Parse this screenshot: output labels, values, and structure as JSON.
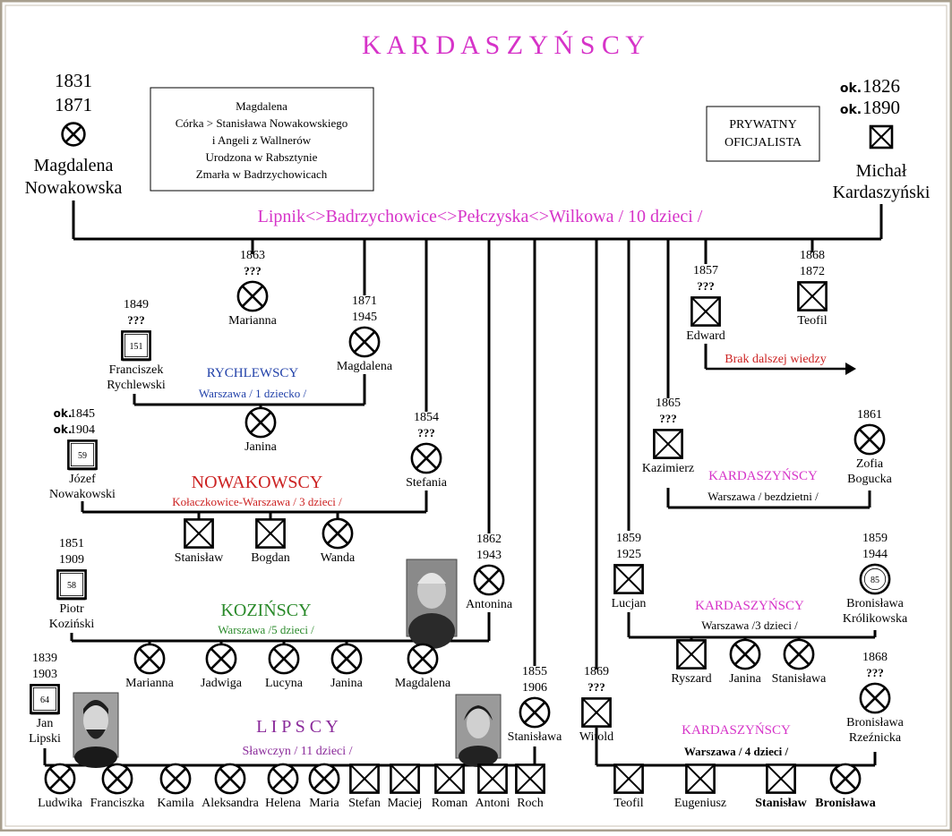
{
  "title": "K A R D A S Z Y Ń S C Y",
  "colors": {
    "title": "#d633c8",
    "magenta": "#d633c8",
    "blue": "#1f3fa8",
    "red": "#cc2222",
    "green": "#2a8a2a",
    "purple": "#8a2a9a",
    "line": "#000000",
    "frame": "#a89f8e"
  },
  "info_box": {
    "lines": [
      "Magdalena",
      "Córka > Stanisława Nowakowskiego",
      "i Angeli  z  Wallnerów",
      "Urodzona w Rabsztynie",
      "Zmarła w Badrzychowicach"
    ]
  },
  "occupation_box": {
    "lines": [
      "PRYWATNY",
      "OFICJALISTA"
    ]
  },
  "main_family": {
    "label": "Lipnik<>Badrzychowice<>Pełczyska<>Wilkowa / 10 dzieci /"
  },
  "note": "Brak dalszej wiedzy",
  "people": [
    {
      "id": "magdalena_nowakowska",
      "dates": [
        "1831",
        "1871"
      ],
      "name": [
        "Magdalena",
        "Nowakowska"
      ],
      "icon": "female-icon"
    },
    {
      "id": "michal",
      "prefix": [
        "ok.",
        "ok."
      ],
      "dates": [
        "1826",
        "1890"
      ],
      "name": [
        "Michał",
        "Kardaszyński"
      ],
      "icon": "male-icon"
    },
    {
      "id": "marianna_1863",
      "dates": [
        "1863",
        "???"
      ],
      "name": [
        "Marianna"
      ],
      "icon": "female-icon"
    },
    {
      "id": "franciszek",
      "dates": [
        "1849",
        "???"
      ],
      "name": [
        "Franciszek",
        "Rychlewski"
      ],
      "icon": "numbered-icon",
      "num": "151"
    },
    {
      "id": "magdalena_1871",
      "dates": [
        "1871",
        "1945"
      ],
      "name": [
        "Magdalena"
      ],
      "icon": "female-icon"
    },
    {
      "id": "edward",
      "dates": [
        "1857",
        "???"
      ],
      "name": [
        "Edward"
      ],
      "icon": "male-icon"
    },
    {
      "id": "teofil_1868",
      "dates": [
        "1868",
        "1872"
      ],
      "name": [
        "Teofil"
      ],
      "icon": "male-icon"
    },
    {
      "id": "janina_r",
      "dates": [],
      "name": [
        "Janina"
      ],
      "icon": "female-icon"
    },
    {
      "id": "jozef",
      "prefix": [
        "ok.",
        "ok."
      ],
      "dates": [
        "1845",
        "1904"
      ],
      "name": [
        "Józef",
        "Nowakowski"
      ],
      "icon": "numbered-icon",
      "num": "59"
    },
    {
      "id": "stefania",
      "dates": [
        "1854",
        "???"
      ],
      "name": [
        "Stefania"
      ],
      "icon": "female-icon"
    },
    {
      "id": "kazimierz",
      "dates": [
        "1865",
        "???"
      ],
      "name": [
        "Kazimierz"
      ],
      "icon": "male-icon"
    },
    {
      "id": "zofia",
      "dates": [
        "1861"
      ],
      "name": [
        "Zofia",
        "Bogucka"
      ],
      "icon": "female-icon"
    },
    {
      "id": "stanislaw_n",
      "dates": [],
      "name": [
        "Stanisław"
      ],
      "icon": "male-icon"
    },
    {
      "id": "bogdan",
      "dates": [],
      "name": [
        "Bogdan"
      ],
      "icon": "male-icon"
    },
    {
      "id": "wanda",
      "dates": [],
      "name": [
        "Wanda"
      ],
      "icon": "female-icon"
    },
    {
      "id": "piotr",
      "dates": [
        "1851",
        "1909"
      ],
      "name": [
        "Piotr",
        "Koziński"
      ],
      "icon": "numbered-icon",
      "num": "58"
    },
    {
      "id": "antonina",
      "dates": [
        "1862",
        "1943"
      ],
      "name": [
        "Antonina"
      ],
      "icon": "female-icon"
    },
    {
      "id": "lucjan",
      "dates": [
        "1859",
        "1925"
      ],
      "name": [
        "Lucjan"
      ],
      "icon": "male-icon"
    },
    {
      "id": "bronislawa_k",
      "dates": [
        "1859",
        "1944"
      ],
      "name": [
        "Bronisława",
        "Królikowska"
      ],
      "icon": "numbered-female-icon",
      "num": "85"
    },
    {
      "id": "marianna_k",
      "dates": [],
      "name": [
        "Marianna"
      ],
      "icon": "female-icon"
    },
    {
      "id": "jadwiga",
      "dates": [],
      "name": [
        "Jadwiga"
      ],
      "icon": "female-icon"
    },
    {
      "id": "lucyna",
      "dates": [],
      "name": [
        "Lucyna"
      ],
      "icon": "female-icon"
    },
    {
      "id": "janina_k",
      "dates": [],
      "name": [
        "Janina"
      ],
      "icon": "female-icon"
    },
    {
      "id": "magdalena_k",
      "dates": [],
      "name": [
        "Magdalena"
      ],
      "icon": "female-icon"
    },
    {
      "id": "ryszard",
      "dates": [],
      "name": [
        "Ryszard"
      ],
      "icon": "male-icon"
    },
    {
      "id": "janina_l",
      "dates": [],
      "name": [
        "Janina"
      ],
      "icon": "female-icon"
    },
    {
      "id": "stanislawa_l",
      "dates": [],
      "name": [
        "Stanisława"
      ],
      "icon": "female-icon"
    },
    {
      "id": "jan",
      "dates": [
        "1839",
        "1903"
      ],
      "name": [
        "Jan",
        "Lipski"
      ],
      "icon": "numbered-icon",
      "num": "64"
    },
    {
      "id": "stanislawa_1855",
      "dates": [
        "1855",
        "1906"
      ],
      "name": [
        "Stanisława"
      ],
      "icon": "female-icon"
    },
    {
      "id": "witold",
      "dates": [
        "1869",
        "???"
      ],
      "name": [
        "Witold"
      ],
      "icon": "male-icon"
    },
    {
      "id": "bronislawa_r",
      "dates": [
        "1868",
        "???"
      ],
      "name": [
        "Bronisława",
        "Rzeźnicka"
      ],
      "icon": "female-icon"
    },
    {
      "id": "ludwika",
      "dates": [],
      "name": [
        "Ludwika"
      ],
      "icon": "female-icon"
    },
    {
      "id": "franciszka",
      "dates": [],
      "name": [
        "Franciszka"
      ],
      "icon": "female-icon"
    },
    {
      "id": "kamila",
      "dates": [],
      "name": [
        "Kamila"
      ],
      "icon": "female-icon"
    },
    {
      "id": "aleksandra",
      "dates": [],
      "name": [
        "Aleksandra"
      ],
      "icon": "female-icon"
    },
    {
      "id": "helena",
      "dates": [],
      "name": [
        "Helena"
      ],
      "icon": "female-icon"
    },
    {
      "id": "maria",
      "dates": [],
      "name": [
        "Maria"
      ],
      "icon": "female-icon"
    },
    {
      "id": "stefan",
      "dates": [],
      "name": [
        "Stefan"
      ],
      "icon": "male-icon"
    },
    {
      "id": "maciej",
      "dates": [],
      "name": [
        "Maciej"
      ],
      "icon": "male-icon"
    },
    {
      "id": "roman",
      "dates": [],
      "name": [
        "Roman"
      ],
      "icon": "male-icon"
    },
    {
      "id": "antoni",
      "dates": [],
      "name": [
        "Antoni"
      ],
      "icon": "male-icon"
    },
    {
      "id": "roch",
      "dates": [],
      "name": [
        "Roch"
      ],
      "icon": "male-icon"
    },
    {
      "id": "teofil_w",
      "dates": [],
      "name": [
        "Teofil"
      ],
      "icon": "male-icon"
    },
    {
      "id": "eugeniusz",
      "dates": [],
      "name": [
        "Eugeniusz"
      ],
      "icon": "male-icon"
    },
    {
      "id": "stanislaw_w",
      "dates": [],
      "name": [
        "Stanisław"
      ],
      "icon": "male-icon"
    },
    {
      "id": "bronislawa_w",
      "dates": [],
      "name": [
        "Bronisława"
      ],
      "icon": "female-icon"
    }
  ],
  "families": [
    {
      "id": "rychlewscy",
      "name": "RYCHLEWSCY",
      "detail": "Warszawa / 1 dziecko /",
      "color": "blue"
    },
    {
      "id": "nowakowscy",
      "name": "NOWAKOWSCY",
      "detail": "Kołaczkowice-Warszawa / 3 dzieci /",
      "color": "red"
    },
    {
      "id": "kozinscy",
      "name": "KOZIŃSCY",
      "detail": "Warszawa /5 dzieci /",
      "color": "green"
    },
    {
      "id": "lipscy",
      "name": "L I P S C Y",
      "detail": "Sławczyn  / 11 dzieci /",
      "color": "purple"
    },
    {
      "id": "kard_bezdzietni",
      "name": "KARDASZYŃSCY",
      "detail": "Warszawa  / bezdzietni /",
      "color": "magenta"
    },
    {
      "id": "kard_3",
      "name": "KARDASZYŃSCY",
      "detail": "Warszawa /3 dzieci /",
      "color": "magenta"
    },
    {
      "id": "kard_4",
      "name": "KARDASZYŃSCY",
      "detail": "Warszawa / 4 dzieci /",
      "color": "magenta"
    }
  ]
}
